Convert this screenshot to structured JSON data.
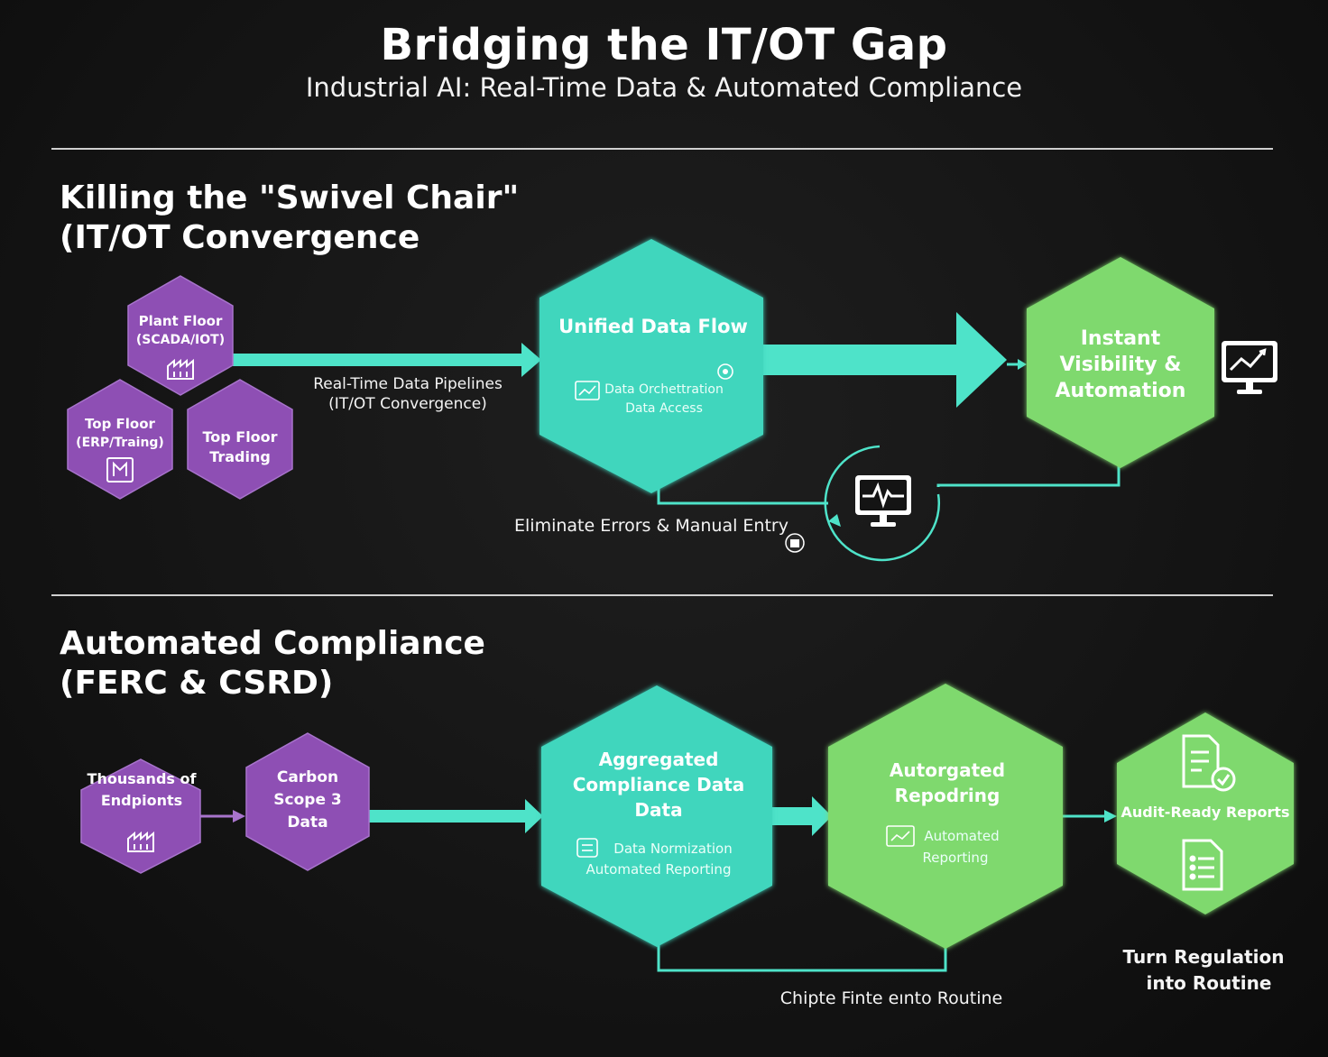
{
  "header": {
    "title": "Bridging the IT/OT Gap",
    "subtitle": "Industrial AI: Real-Time Data & Automated Compliance"
  },
  "section1": {
    "title_line1": "Killing the \"Swivel Chair\"",
    "title_line2": "(IT/OT Convergence",
    "plant_floor": {
      "line1": "Plant Floor",
      "line2": "(SCADA/IOT)"
    },
    "top_floor_erp": {
      "line1": "Top Floor",
      "line2": "(ERP/Traing)"
    },
    "top_floor_trading": {
      "line1": "Top Floor",
      "line2": "Trading"
    },
    "pipeline_label": {
      "line1": "Real-Time Data Pipelines",
      "line2": "(IT/OT Convergence)"
    },
    "unified": {
      "title": "Unified Data Flow",
      "sub1": "Data Orchettration",
      "sub2": "Data Access"
    },
    "instant": {
      "line1": "Instant",
      "line2": "Visibility &",
      "line3": "Automation"
    },
    "feedback_label": "Eliminate Errors & Manual Entry"
  },
  "section2": {
    "title_line1": "Automated Compliance",
    "title_line2": "(FERC & CSRD)",
    "endpoints": {
      "line1": "Thousands of",
      "line2": "Endpionts"
    },
    "carbon": {
      "line1": "Carbon",
      "line2": "Scope 3",
      "line3": "Data"
    },
    "aggregated": {
      "line1": "Aggregated",
      "line2": "Compliance Data",
      "line3": "Data",
      "sub1": "Data Normization",
      "sub2": "Automated Reporting"
    },
    "autorgated": {
      "line1": "Autorgated",
      "line2": "Repodring",
      "sub1": "Automated",
      "sub2": "Reporting"
    },
    "audit": "Audit-Ready Reports",
    "bottom_label": "Chipte Finte eınto Routine",
    "turn_label": {
      "line1": "Turn Regulation",
      "line2": "into Routine"
    }
  },
  "colors": {
    "background": "#141414",
    "purple": "#8e4fb4",
    "teal": "#3fd6bd",
    "green": "#7fd96e",
    "connector": "#4ee3c9"
  },
  "icons": [
    "factory-icon",
    "document-icon",
    "chart-icon",
    "monitor-chart-icon",
    "monitor-pulse-icon",
    "report-check-icon",
    "report-list-icon",
    "refresh-arrow-icon"
  ]
}
